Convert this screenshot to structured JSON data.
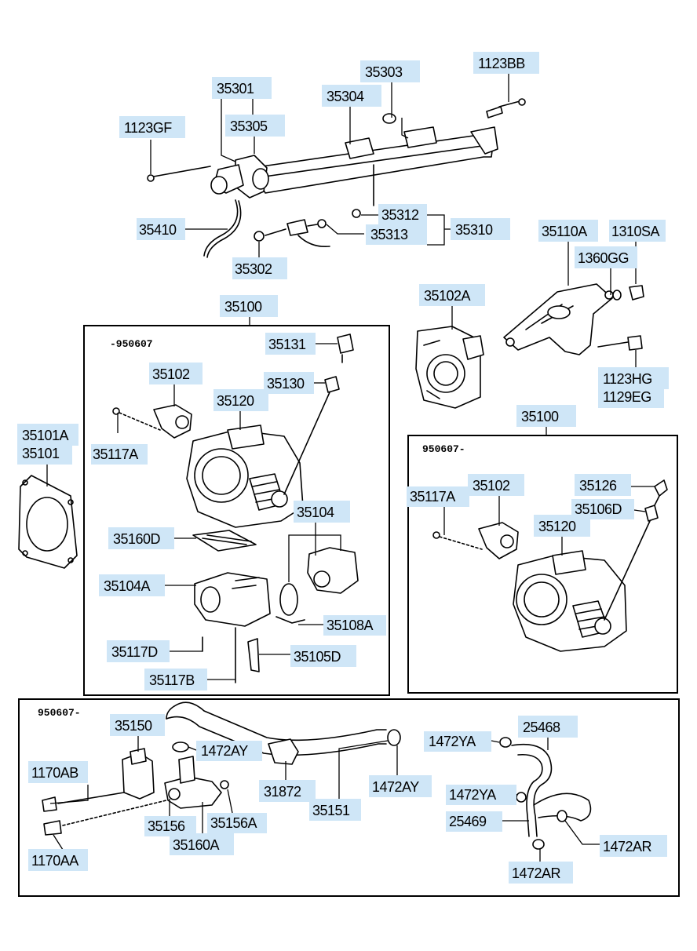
{
  "labels": {
    "p1123BB": "1123BB",
    "p35303": "35303",
    "p35304": "35304",
    "p35301": "35301",
    "p35305": "35305",
    "p1123GF": "1123GF",
    "p35312": "35312",
    "p35313": "35313",
    "p35310": "35310",
    "p35410": "35410",
    "p35302": "35302",
    "p35110A": "35110A",
    "p1310SA": "1310SA",
    "p1360GG": "1360GG",
    "p35102A": "35102A",
    "p1123HG": "1123HG",
    "p1129EG": "1129EG",
    "p35100_left": "35100",
    "p35131": "35131",
    "p35130": "35130",
    "p35102_left": "35102",
    "p35120_left": "35120",
    "p35117A_left": "35117A",
    "p35101A": "35101A",
    "p35101": "35101",
    "p35104": "35104",
    "p35160D": "35160D",
    "p35104A": "35104A",
    "p35108A": "35108A",
    "p35117D": "35117D",
    "p35105D": "35105D",
    "p35117B": "35117B",
    "p35100_right": "35100",
    "p35126": "35126",
    "p35117A_right": "35117A",
    "p35102_right": "35102",
    "p35106D": "35106D",
    "p35120_right": "35120",
    "p35150": "35150",
    "p1472AY_a": "1472AY",
    "p1170AB": "1170AB",
    "p31872": "31872",
    "p35151": "35151",
    "p1472AY_b": "1472AY",
    "p35156": "35156",
    "p35156A": "35156A",
    "p35160A": "35160A",
    "p1170AA": "1170AA",
    "p1472YA_a": "1472YA",
    "p25468": "25468",
    "p1472YA_b": "1472YA",
    "p25469": "25469",
    "p1472AR_a": "1472AR",
    "p1472AR_b": "1472AR"
  },
  "notes": {
    "left_group_range": "-950607",
    "right_group_range": "950607-",
    "bottom_group_range": "950607-"
  },
  "colors": {
    "label_highlight": "#cfe6f7",
    "line": "#000000"
  }
}
